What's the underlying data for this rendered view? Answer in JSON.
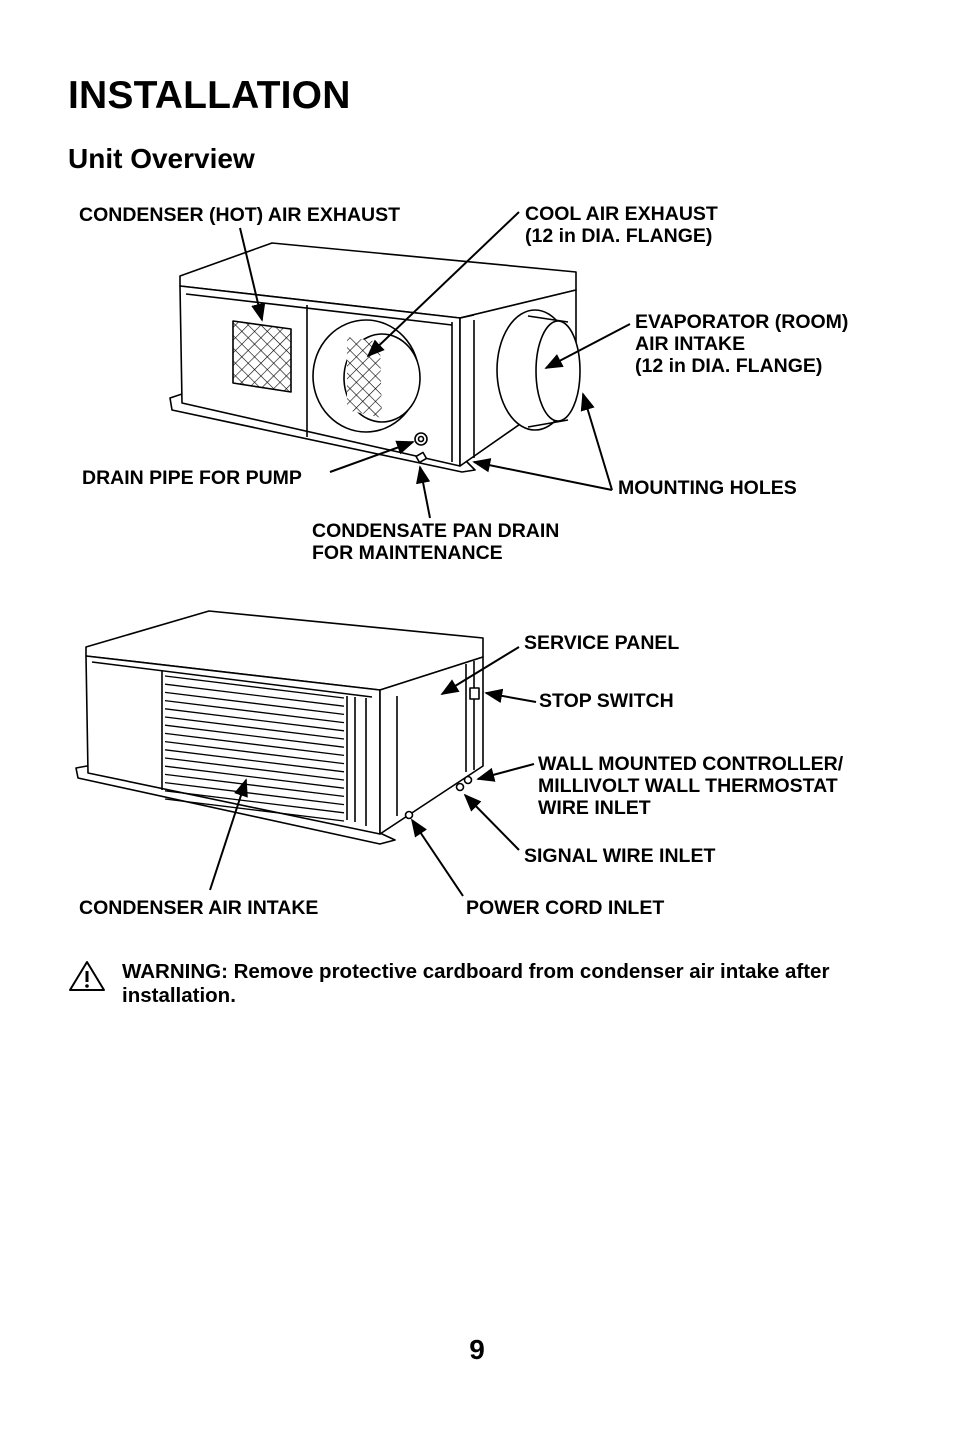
{
  "page": {
    "title": "INSTALLATION",
    "subtitle": "Unit Overview",
    "page_number": "9"
  },
  "diagram_top": {
    "condenser_exhaust": "CONDENSER (HOT) AIR EXHAUST",
    "cool_air_exhaust": "COOL AIR EXHAUST\n(12 in DIA. FLANGE)",
    "evaporator_intake": "EVAPORATOR (ROOM)\nAIR INTAKE\n(12 in DIA. FLANGE)",
    "drain_pipe": "DRAIN PIPE FOR PUMP",
    "mounting_holes": "MOUNTING HOLES",
    "condensate_drain": "CONDENSATE PAN DRAIN\nFOR MAINTENANCE"
  },
  "diagram_bottom": {
    "service_panel": "SERVICE PANEL",
    "stop_switch": "STOP SWITCH",
    "controller_inlet": "WALL MOUNTED CONTROLLER/\nMILLIVOLT WALL THERMOSTAT\nWIRE INLET",
    "signal_wire": "SIGNAL WIRE INLET",
    "condenser_intake": "CONDENSER AIR INTAKE",
    "power_cord": "POWER CORD INLET"
  },
  "warning": {
    "text": "WARNING: Remove protective cardboard from condenser air intake after installation.",
    "icon": "warning-triangle-icon"
  }
}
